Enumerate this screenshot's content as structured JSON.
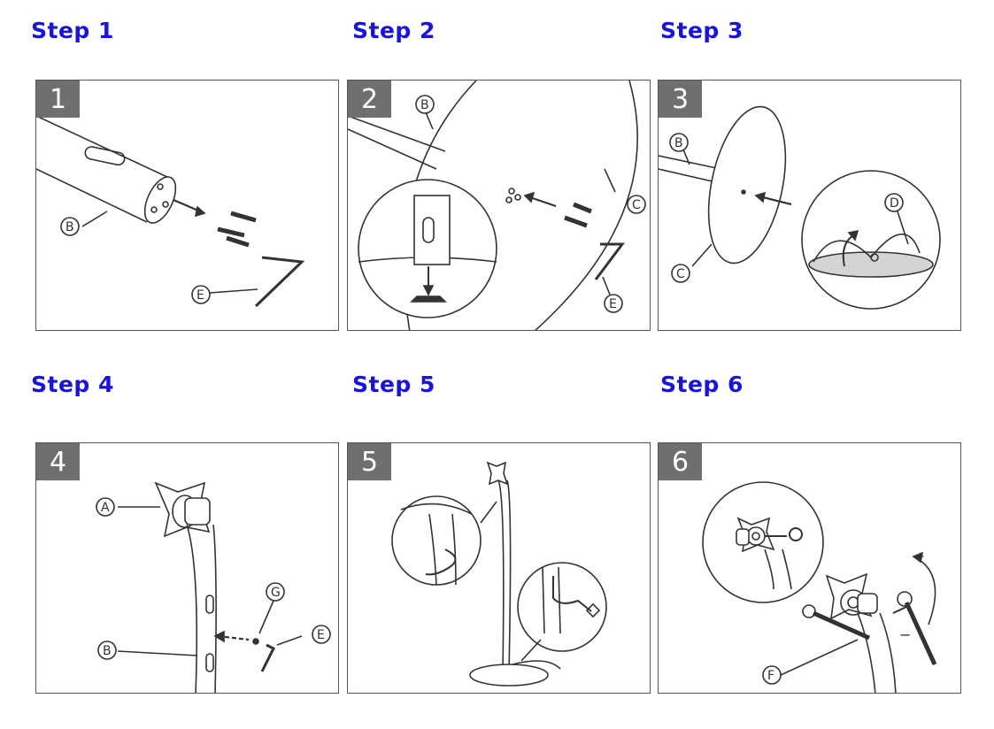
{
  "steps": [
    {
      "title": "Step 1",
      "badge": "1",
      "parts": [
        "B",
        "E"
      ]
    },
    {
      "title": "Step 2",
      "badge": "2",
      "parts": [
        "B",
        "C",
        "E"
      ]
    },
    {
      "title": "Step 3",
      "badge": "3",
      "parts": [
        "B",
        "C",
        "D"
      ]
    },
    {
      "title": "Step 4",
      "badge": "4",
      "parts": [
        "A",
        "B",
        "G",
        "E"
      ]
    },
    {
      "title": "Step 5",
      "badge": "5",
      "parts": []
    },
    {
      "title": "Step 6",
      "badge": "6",
      "parts": [
        "F"
      ],
      "signs": [
        "+",
        "−"
      ]
    }
  ],
  "colors": {
    "title": "#1a14d8",
    "badge": "#6f6f6f",
    "line": "#333333"
  }
}
